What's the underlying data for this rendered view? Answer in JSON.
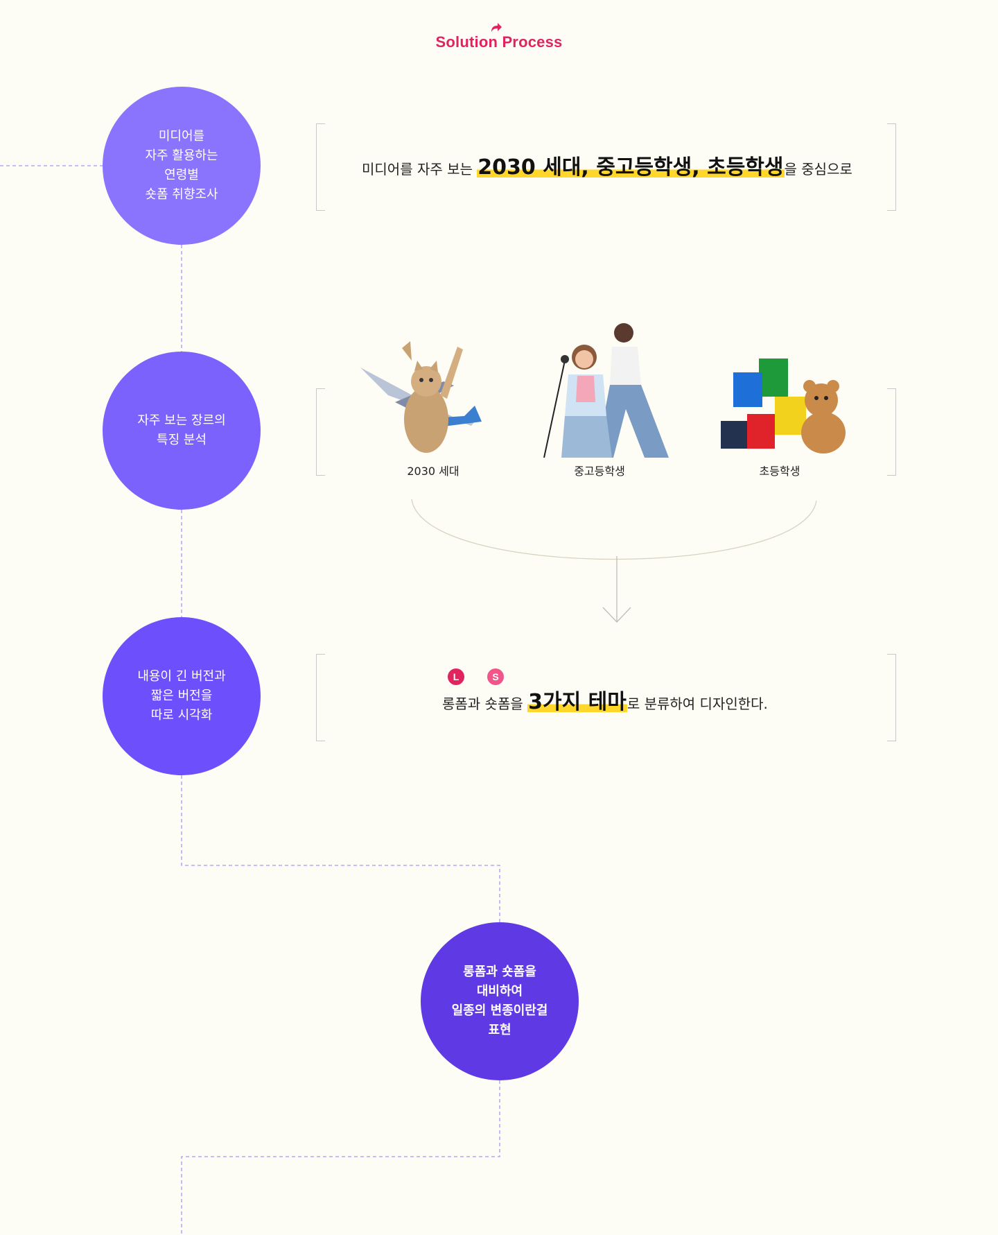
{
  "header": {
    "title": "Solution Process",
    "icon": "share-arrow-icon",
    "accent": "#e0245e"
  },
  "steps": [
    {
      "label": "미디어를\n자주 활용하는\n연령별\n숏폼 취향조사",
      "color": "#8b74fd"
    },
    {
      "label": "자주 보는 장르의\n특징 분석",
      "color": "#7c62fc"
    },
    {
      "label": "내용이 긴 버전과\n짧은 버전을\n따로 시각화",
      "color": "#6d4ffb"
    },
    {
      "label": "롱폼과 숏폼을\n대비하여\n일종의 변종이란걸\n표현",
      "color": "#5f3ae4"
    }
  ],
  "statement1": {
    "prefix": "미디어를 자주 보는 ",
    "highlight": "2030 세대, 중고등학생, 초등학생",
    "suffix": "을 중심으로"
  },
  "audiences": [
    {
      "caption": "2030 세대",
      "image": "cat-airplane-collage"
    },
    {
      "caption": "중고등학생",
      "image": "teen-girls-singing"
    },
    {
      "caption": "초등학생",
      "image": "lego-blocks-teddy-bear"
    }
  ],
  "statement2": {
    "badge_l": "L",
    "badge_s": "S",
    "prefix": "롱폼과 숏폼을 ",
    "highlight": "3가지 테마",
    "suffix": "로 분류하여 디자인한다.",
    "badge_l_color": "#e0245e",
    "badge_s_color": "#f0568a"
  },
  "highlight_color": "#ffd62a"
}
